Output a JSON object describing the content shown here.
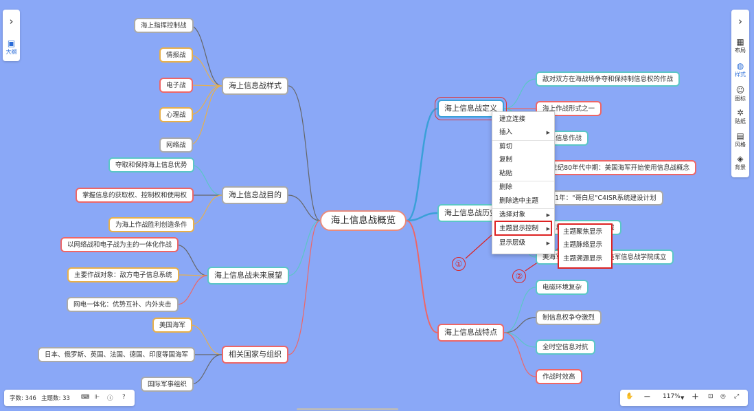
{
  "root": "海上信息战概览",
  "left": {
    "styles": {
      "label": "海上信息战样式",
      "children": [
        "海上指挥控制战",
        "情报战",
        "电子战",
        "心理战",
        "网络战"
      ]
    },
    "goals": {
      "label": "海上信息战目的",
      "children": [
        "夺取和保持海上信息优势",
        "掌握信息的获取权、控制权和使用权",
        "为海上作战胜利创造条件"
      ]
    },
    "future": {
      "label": "海上信息战未来展望",
      "children": [
        "以网络战和电子战为主的一体化作战",
        "主要作战对象：敌方电子信息系统",
        "网电一体化：优势互补、内外夹击"
      ]
    },
    "countries": {
      "label": "相关国家与组织",
      "children": [
        "美国海军",
        "日本、俄罗斯、英国、法国、德国、印度等国海军",
        "国际军事组织"
      ]
    }
  },
  "right": {
    "definition": {
      "label": "海上信息战定义",
      "children": [
        "敌对双方在海战场争夺和保持制信息权的作战",
        "海上作战形式之一",
        "海上信息作战"
      ]
    },
    "history": {
      "label": "海上信息战历史",
      "children": [
        "20世纪80年代中期：美国海军开始使用信息战概念",
        "1991年：\"哥白尼\"C4ISR系统建设计划",
        "将信息战手段应用于实战",
        "美海军信息战活动处和美军信息战学院成立"
      ]
    },
    "features": {
      "label": "海上信息战特点",
      "children": [
        "电磁环境复杂",
        "制信息权争夺激烈",
        "全时空信息对抗",
        "作战时效高"
      ]
    }
  },
  "context_menu": {
    "items": [
      "建立连接",
      "插入",
      "剪切",
      "复制",
      "粘贴",
      "删除",
      "删除选中主题",
      "选择对象",
      "主题显示控制",
      "显示层级"
    ]
  },
  "submenu": {
    "items": [
      "主题聚焦显示",
      "主题脉络显示",
      "主题溯源显示"
    ]
  },
  "annotations": {
    "one": "①",
    "two": "②"
  },
  "left_panel": {
    "label": "大纲"
  },
  "right_panel": {
    "tools": [
      "布局",
      "样式",
      "图标",
      "贴纸",
      "风格",
      "背景"
    ]
  },
  "status": {
    "word_count": "字数: 346",
    "topic_count": "主题数: 33"
  },
  "zoom": {
    "level": "117%"
  },
  "colors": {
    "background": "#8aa8f7",
    "accent_red": "#d22222"
  }
}
